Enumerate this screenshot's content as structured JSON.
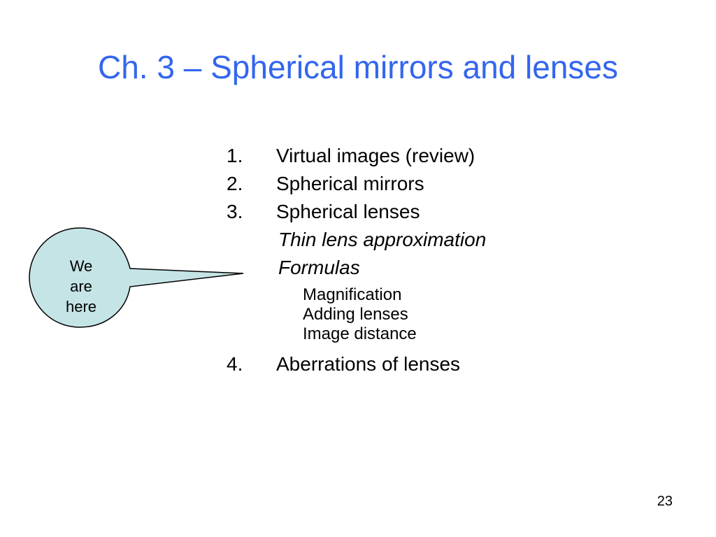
{
  "slide": {
    "title": "Ch. 3 – Spherical mirrors and lenses",
    "outline": [
      {
        "number": "1.",
        "text": "Virtual images (review)"
      },
      {
        "number": "2.",
        "text": "Spherical mirrors"
      },
      {
        "number": "3.",
        "text": "Spherical lenses"
      }
    ],
    "lens_topics": [
      {
        "text": "Thin lens approximation"
      },
      {
        "text": "Formulas"
      }
    ],
    "formula_topics": [
      {
        "text": "Magnification"
      },
      {
        "text": "Adding lenses"
      },
      {
        "text": "Image distance"
      }
    ],
    "final_item": {
      "number": "4.",
      "text": "Aberrations of lenses"
    },
    "callout": {
      "lines": [
        "We",
        "are",
        "here"
      ],
      "fill_color": "#c5e4e6",
      "stroke_color": "#000000"
    },
    "page_number": "23"
  },
  "colors": {
    "title": "#3366ee",
    "background": "#ffffff",
    "text": "#000000"
  }
}
